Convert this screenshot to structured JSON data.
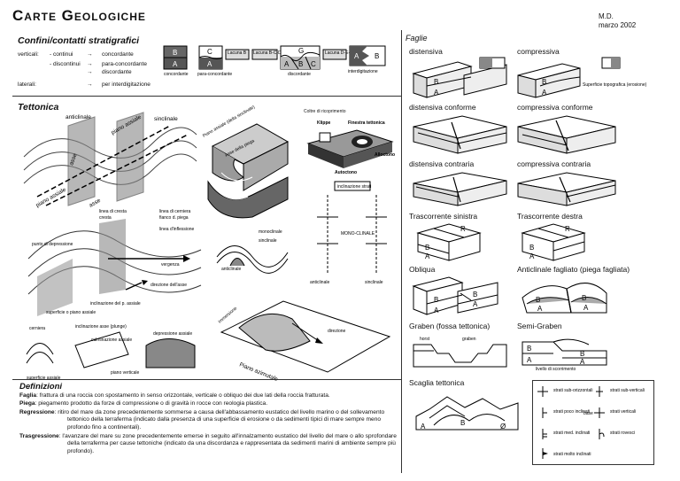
{
  "header": {
    "title": "Carte Geologiche",
    "author": "M.D.",
    "date": "marzo 2002"
  },
  "confini": {
    "title": "Confini/contatti stratigrafici",
    "verticali": "verticali:",
    "continui": "- continui",
    "discontinui": "- discontinui",
    "laterali": "laterali:",
    "arrow": "→",
    "concordante": "concordante",
    "para_concordante": "para-concordante",
    "discordante": "discordante",
    "per_interdigitazione": "per interdigitazione",
    "diagram_labels": {
      "concordante": "concordante",
      "para_concordante": "para-concordante",
      "discordante": "discordante",
      "interdigitazione": "interdigitazione",
      "lacuna_b": "Lacuna B",
      "lacuna_bcdef": "Lacuna B-C-D-E-F",
      "lacuna_def": "Lacuna D-E-F",
      "A": "A",
      "B": "B",
      "C": "C",
      "G": "G"
    }
  },
  "tettonica": {
    "title": "Tettonica",
    "labels": {
      "anticlinale": "anticlinale",
      "piano_assiale": "piano assiale",
      "sinclinale": "sinclinale",
      "asse": "asse",
      "piano_assiale_sinclinale": "Piano assiale (della sinclinale)",
      "asse_piega": "Asse della piega",
      "coltre": "Coltre di ricoprimento",
      "klippe": "Klippe",
      "finestra": "Finestra tettonica",
      "alloctono": "Alloctono",
      "autoctono": "Autoctono",
      "linea_cresta": "linea di cresta",
      "cresta": "cresta",
      "linea_cerniera": "linea di cerniera",
      "fianco": "fianco d. piega",
      "linea_inflessione": "linea d'inflessione",
      "punto_depressione": "punto di depressione",
      "vergenza": "vergenza",
      "direzione_asse": "direzione dell'asse",
      "inclinazione_piano": "inclinazione del p. assiale",
      "superficie_piano": "superficie o piano assiale",
      "monoclinale": "monoclinale",
      "sinclinale2": "sinclinale",
      "anticlinale2": "anticlinale",
      "monoclinale_caps": "MONO-CLINALE",
      "anticlinale3": "anticlinale",
      "sinclinale3": "sinclinale",
      "inclinazione_strati": "inclinazione strati",
      "cerniera": "cerniera",
      "inclinazione_asse": "inclinazione asse (plunge)",
      "culminazione": "culminazione assiale",
      "depressione": "depressione assiale",
      "piano_verticale": "piano verticale",
      "superficie_assiale": "superficie assiale",
      "piano_azimutale": "Piano azimutale",
      "immersione": "immersione",
      "direzione": "direzione"
    }
  },
  "definizioni": {
    "title": "Definizioni",
    "items": [
      {
        "term": "Faglia",
        "text": ": frattura di una roccia con spostamento in senso orizzontale, verticale o obliquo dei due lati della roccia fratturata."
      },
      {
        "term": "Piega",
        "text": ": piegamento prodotto da forze di compressione o di gravità in rocce con reologia plastica."
      },
      {
        "term": "Regressione",
        "text": ": ritiro del mare da zone precedentemente sommerse a causa dell'abbassamento eustatico del livello marino o del sollevamento tettonico della terraferma (indicato dalla presenza di una superficie di erosione o da sedimenti tipici di mare sempre meno profondo fino a continentali)."
      },
      {
        "term": "Trasgressione",
        "text": ": l'avanzare del mare su zone precedentemente emerse in seguito all'innalzamento eustatico del livello del mare o allo sprofondare della terraferma per cause tettoniche (indicato da una discordanza e rappresentata da sedimenti marini di ambiente sempre più profondo)."
      }
    ]
  },
  "faglie": {
    "title": "Faglie",
    "types": {
      "distensiva": "distensiva",
      "compressiva": "compressiva",
      "distensiva_conforme": "distensiva conforme",
      "compressiva_conforme": "compressiva conforme",
      "distensiva_contraria": "distensiva contraria",
      "compressiva_contraria": "compressiva contraria",
      "trascorrente_sinistra": "Trascorrente sinistra",
      "trascorrente_destra": "Trascorrente destra",
      "obliqua": "Obliqua",
      "anticlinale_fagliato": "Anticlinale fagliato (piega fagliata)",
      "graben": "Graben (fossa tettonica)",
      "semi_graben": "Semi-Graben",
      "scaglia": "Scaglia tettonica"
    },
    "labels": {
      "superficie_topografica": "Superficie topografica (erosione)",
      "horst": "horst",
      "graben_small": "graben",
      "livello_scorrimento": "livello di scorrimento",
      "A": "A",
      "B": "B",
      "R": "R",
      "o": "Ø"
    },
    "legend": {
      "strati_sub_orizzontali": "strati sub-orizzontali",
      "strati_poco_inclinati": "strati poco inclinati",
      "strati_med_inclinati": "strati med. inclinati",
      "strati_molto_inclinati": "strati molto inclinati",
      "strati_sub_verticali": "strati sub-verticali",
      "strati_verticali": "strati verticali",
      "strati_rovesci": "strati rovesci",
      "base": "base"
    }
  }
}
